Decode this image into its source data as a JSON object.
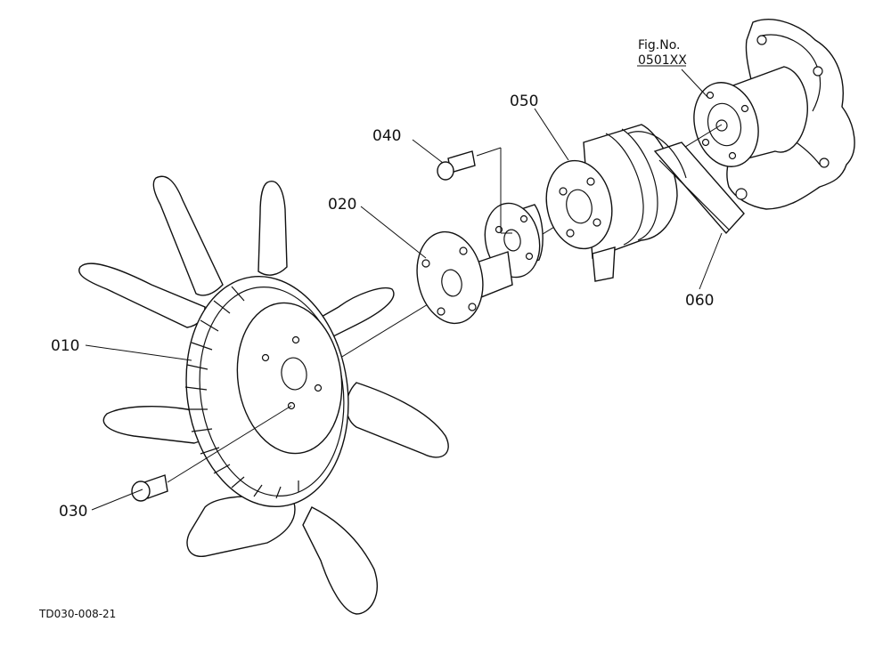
{
  "figure": {
    "fig_label": "Fig.No.",
    "fig_number": "0501XX",
    "drawing_code": "TD030-008-21"
  },
  "callouts": [
    {
      "id": "010",
      "text": "010"
    },
    {
      "id": "020",
      "text": "020"
    },
    {
      "id": "030",
      "text": "030"
    },
    {
      "id": "040",
      "text": "040"
    },
    {
      "id": "050",
      "text": "050"
    },
    {
      "id": "060",
      "text": "060"
    }
  ]
}
